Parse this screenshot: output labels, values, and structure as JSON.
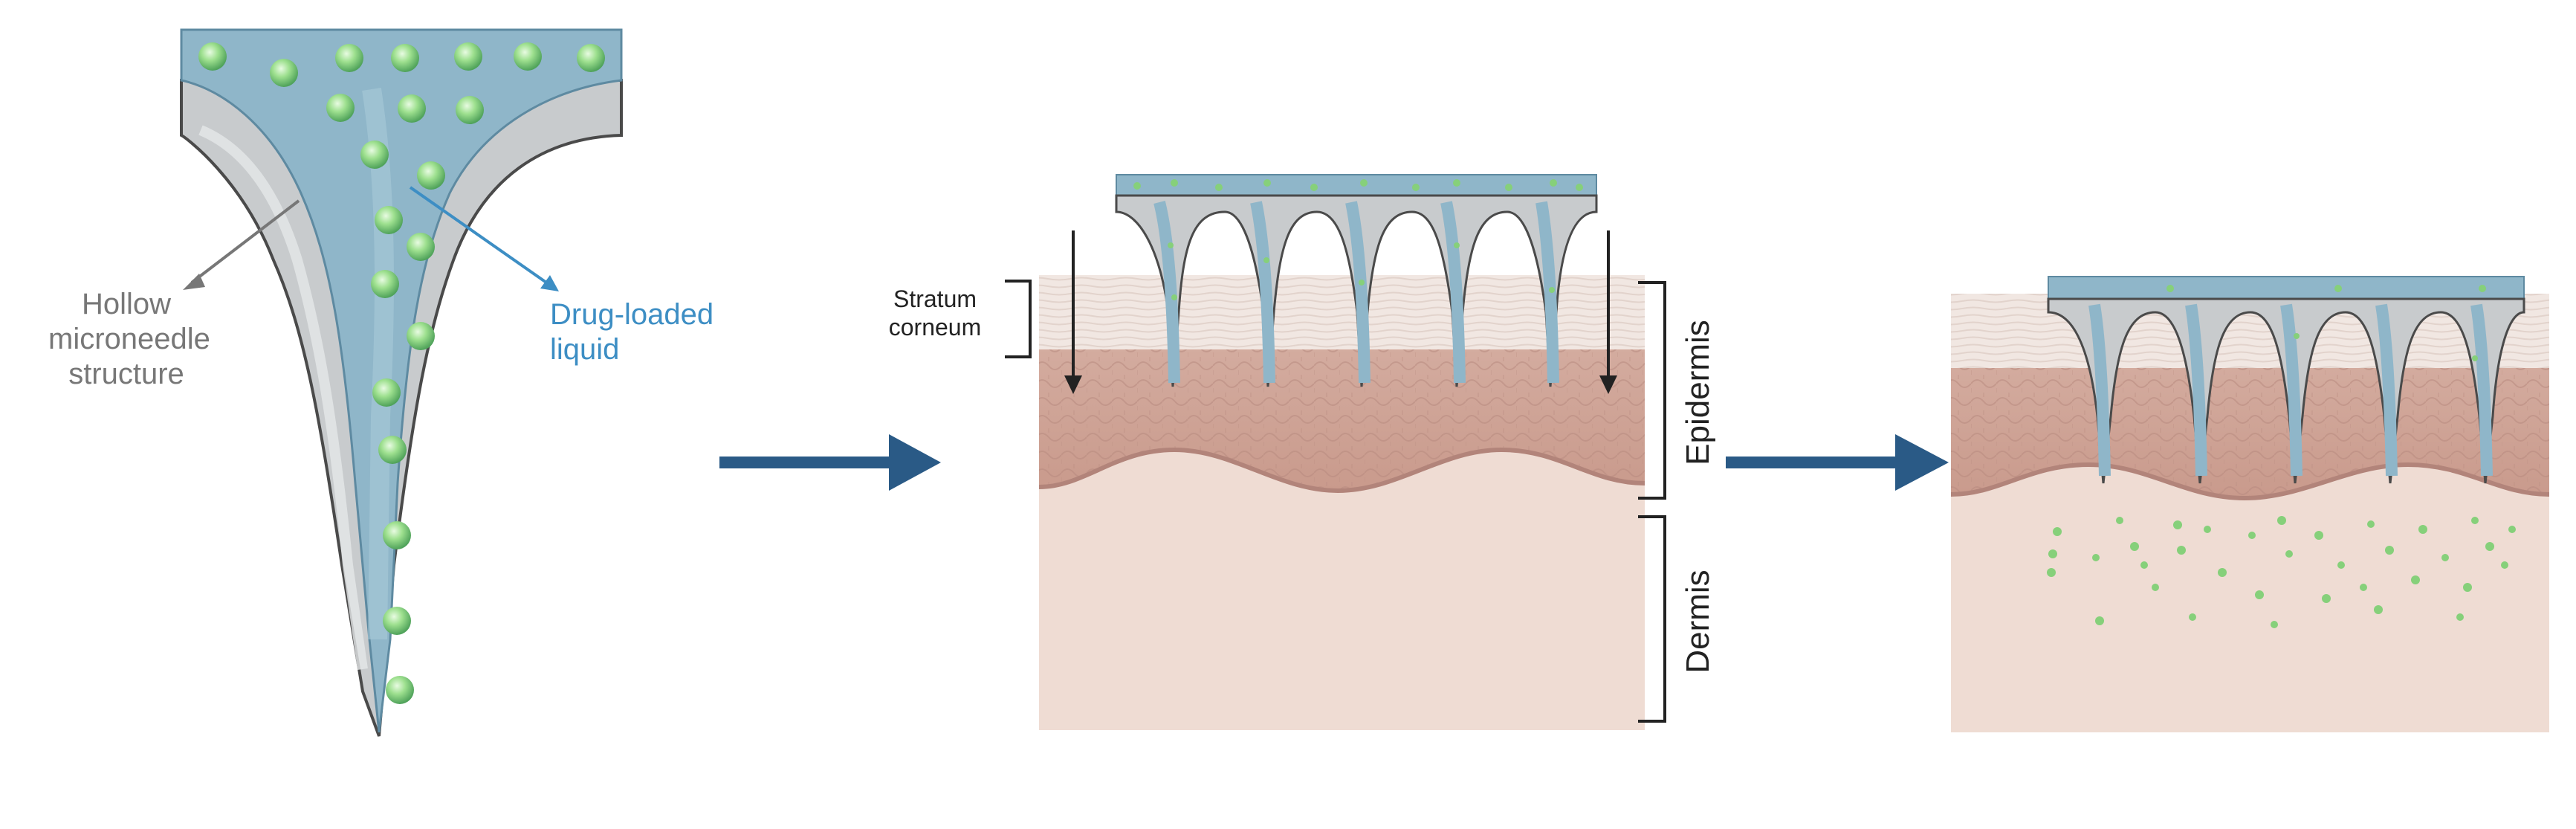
{
  "labels": {
    "hollow_structure": "Hollow microneedle structure",
    "hollow_lines": [
      "Hollow",
      "microneedle",
      "structure"
    ],
    "drug_liquid_lines": [
      "Drug-loaded",
      "liquid"
    ],
    "stratum_lines": [
      "Stratum",
      "corneum"
    ],
    "epidermis": "Epidermis",
    "dermis": "Dermis"
  },
  "colors": {
    "liquid": "#8fb6c9",
    "needle_wall": "#c8cbcd",
    "needle_outline": "#4a4a4a",
    "drug_particle": "#86d07a",
    "epidermis": "#d4ab9f",
    "dermis": "#efdcd3",
    "arrow": "#2a5a86",
    "gray_label": "#777777",
    "blue_label": "#3d8ec4"
  },
  "icons": [
    "arrow-right-icon",
    "arrow-right-icon"
  ]
}
